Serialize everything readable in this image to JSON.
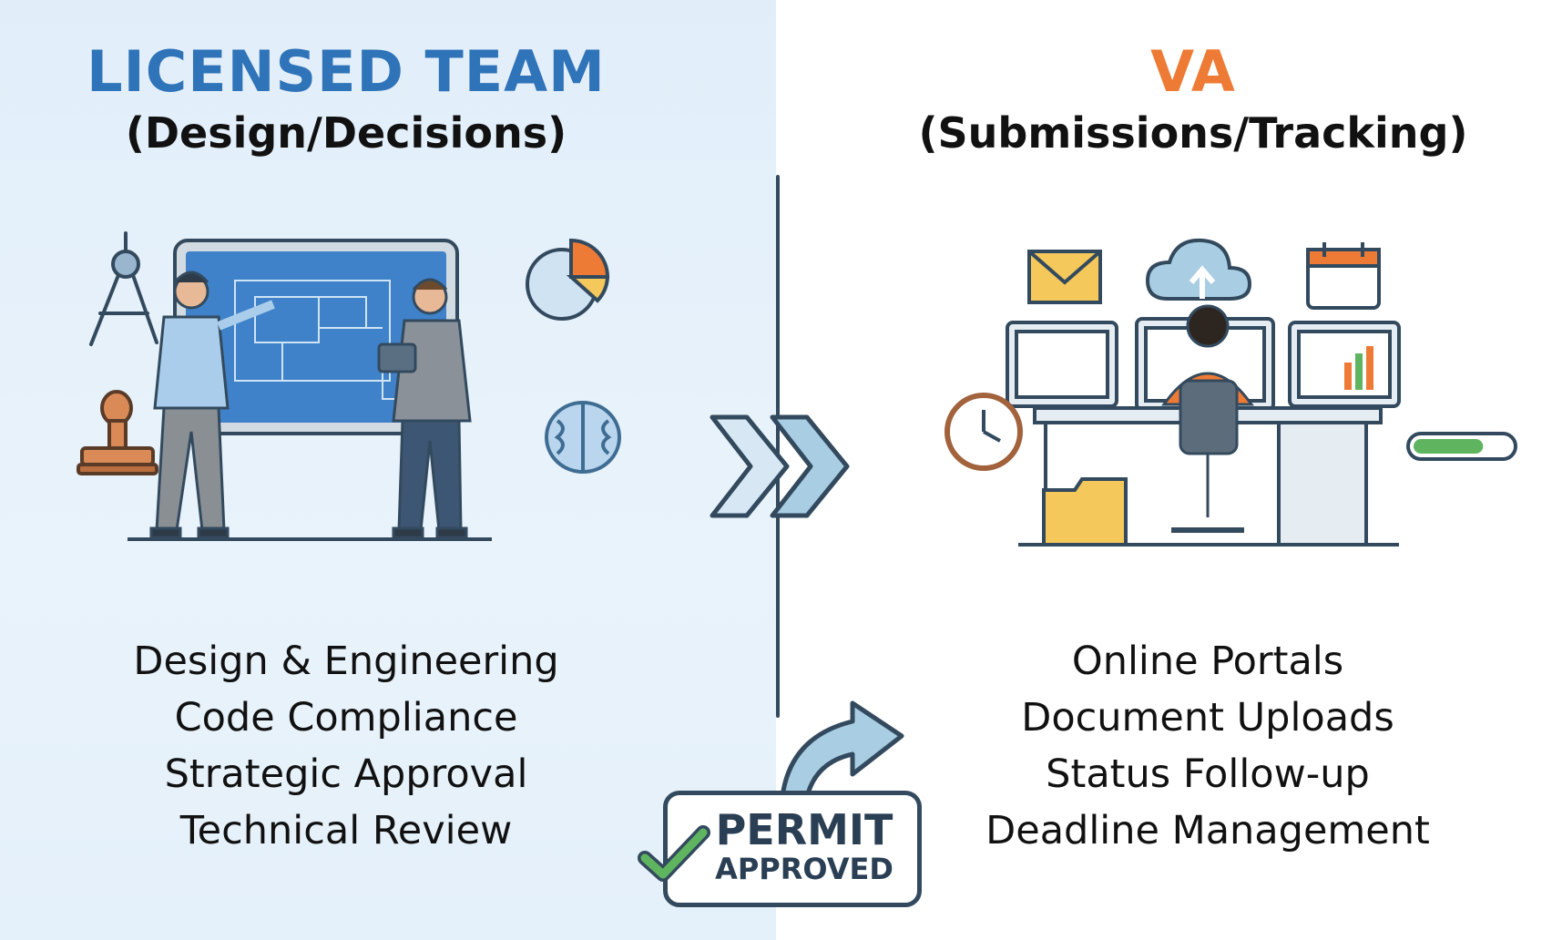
{
  "licensed_team": {
    "title": "LICENSED TEAM",
    "subtitle": "(Design/Decisions)",
    "tasks": [
      "Design & Engineering",
      "Code Compliance",
      "Strategic Approval",
      "Technical Review"
    ],
    "title_color": "#2f73b9"
  },
  "va": {
    "title": "VA",
    "subtitle": "(Submissions/Tracking)",
    "tasks": [
      "Online Portals",
      "Document Uploads",
      "Status Follow-up",
      "Deadline Management"
    ],
    "title_color": "#ee7b35"
  },
  "stamp": {
    "line1": "PERMIT",
    "line2": "APPROVED"
  },
  "icons": {
    "left": [
      "drafting-compass-icon",
      "rubber-stamp-icon",
      "pie-chart-icon",
      "brain-icon",
      "blueprint-board-icon"
    ],
    "right": [
      "envelope-icon",
      "cloud-upload-icon",
      "calendar-icon",
      "clock-icon",
      "progress-bar-icon",
      "folder-icon",
      "monitor-icon"
    ],
    "center": [
      "double-chevron-right-icon",
      "curved-arrow-icon",
      "checkmark-icon"
    ]
  },
  "colors": {
    "left_background": "#e4f0fa",
    "right_background": "#ffffff",
    "outline": "#334a5e",
    "blueprint": "#3f82c9",
    "accent_orange": "#ee7b35",
    "accent_green": "#5fb55f",
    "accent_yellow": "#f4c85a"
  },
  "progress": {
    "fill_fraction": 0.72
  }
}
